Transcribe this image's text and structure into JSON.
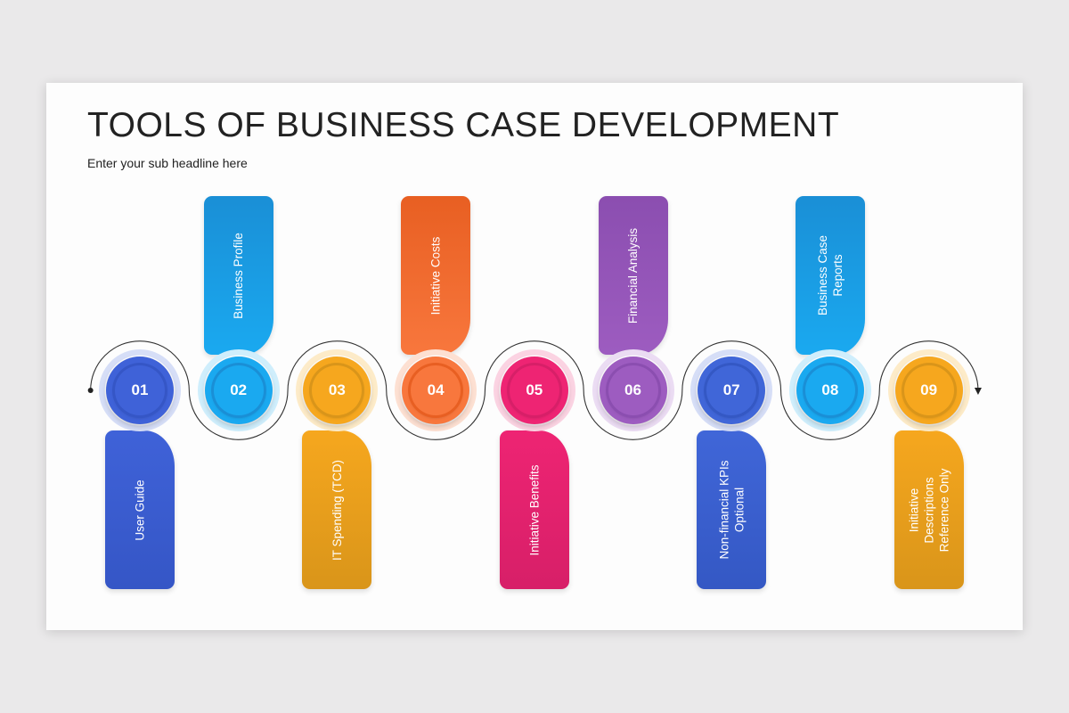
{
  "title": "TOOLS OF BUSINESS CASE DEVELOPMENT",
  "subtitle": "Enter your sub headline here",
  "steps": [
    {
      "num": "01",
      "label": "User Guide",
      "position": "below",
      "color": "#3f62d8",
      "color_dark": "#3556c6",
      "halo": "#d6def7"
    },
    {
      "num": "02",
      "label": "Business Profile",
      "position": "above",
      "color": "#1aa9f0",
      "color_dark": "#1a8fd6",
      "halo": "#cfeefc"
    },
    {
      "num": "03",
      "label": "IT Spending (TCD)",
      "position": "below",
      "color": "#f6a71e",
      "color_dark": "#d9951a",
      "halo": "#fdebc8"
    },
    {
      "num": "04",
      "label": "Initiative Costs",
      "position": "above",
      "color": "#f8773d",
      "color_dark": "#e85f22",
      "halo": "#fde0d2"
    },
    {
      "num": "05",
      "label": "Initiative Benefits",
      "position": "below",
      "color": "#ee2473",
      "color_dark": "#d71f68",
      "halo": "#fbd3e2"
    },
    {
      "num": "06",
      "label": "Financial Analysis",
      "position": "above",
      "color": "#9d5cc0",
      "color_dark": "#8b4eb0",
      "halo": "#ebdcf3"
    },
    {
      "num": "07",
      "label": "Non-financial KPIs\nOptional",
      "position": "below",
      "color": "#4066d8",
      "color_dark": "#3458c4",
      "halo": "#d6def7"
    },
    {
      "num": "08",
      "label": "Business Case\nReports",
      "position": "above",
      "color": "#1aa9f0",
      "color_dark": "#1a8fd6",
      "halo": "#cfeefc"
    },
    {
      "num": "09",
      "label": "Initiative\nDescriptions\nReference Only",
      "position": "below",
      "color": "#f6a71e",
      "color_dark": "#d9951a",
      "halo": "#fdebc8"
    }
  ]
}
